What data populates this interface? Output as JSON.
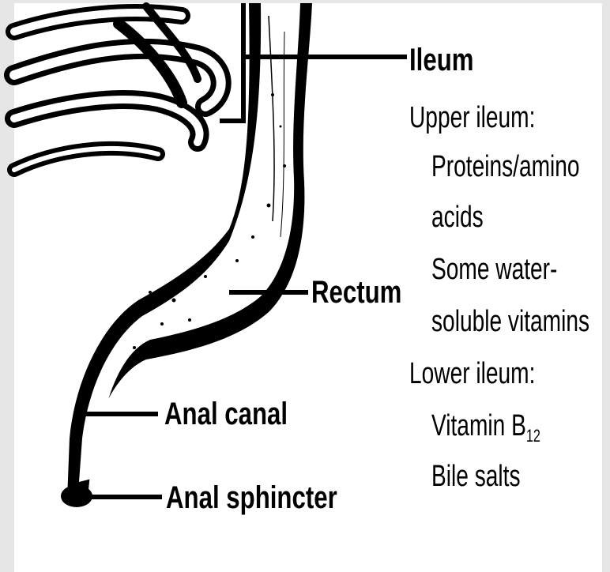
{
  "labels": {
    "ileum": "Ileum",
    "rectum": "Rectum",
    "anal_canal": "Anal canal",
    "anal_sphincter": "Anal sphincter"
  },
  "ileum_notes": {
    "upper_heading": "Upper ileum:",
    "upper_items": [
      "Proteins/amino",
      "acids",
      "Some water-",
      "soluble vitamins"
    ],
    "lower_heading": "Lower ileum:",
    "vitamin_prefix": "Vitamin B",
    "vitamin_sub": "12",
    "bile": "Bile salts"
  },
  "colors": {
    "ink": "#000000",
    "paper": "#ffffff",
    "border": "#e6e6e6"
  }
}
